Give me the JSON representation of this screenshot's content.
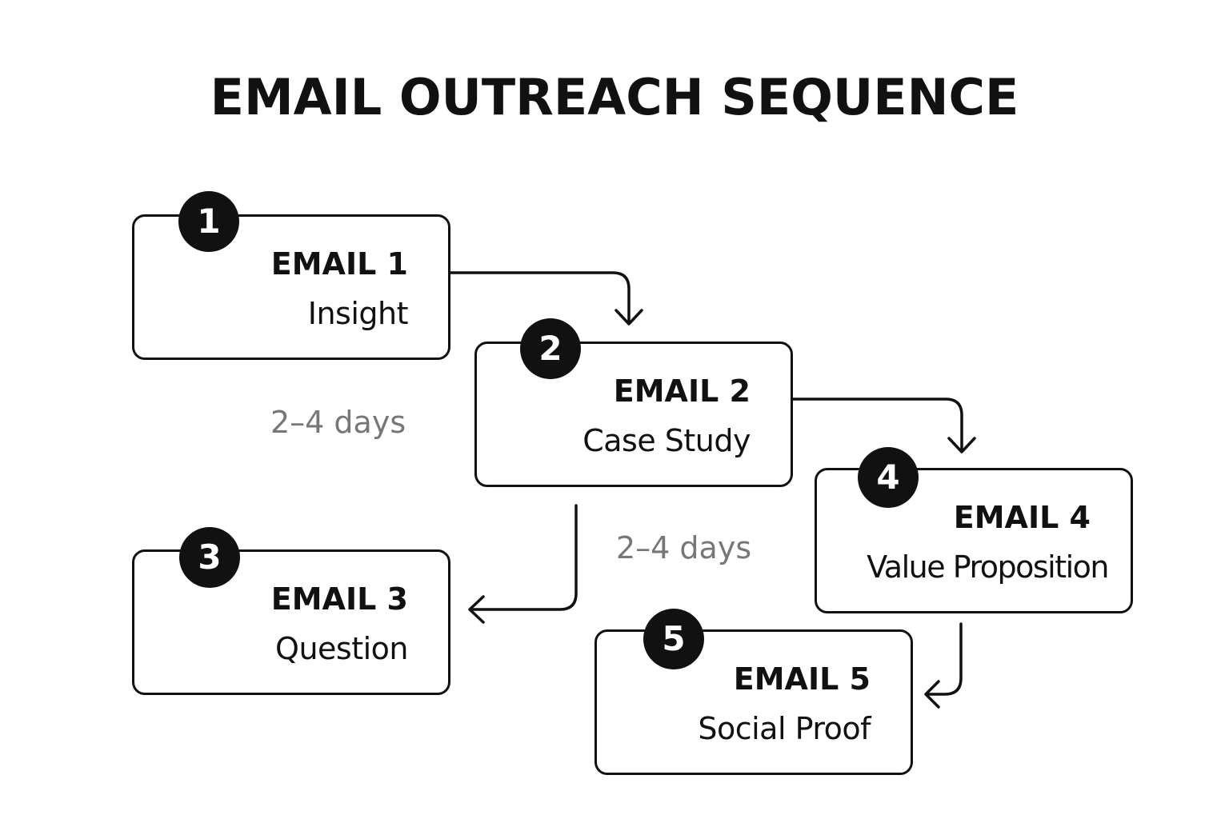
{
  "title": "EMAIL OUTREACH SEQUENCE",
  "steps": [
    {
      "number": "1",
      "title": "EMAIL 1",
      "subtitle": "Insight"
    },
    {
      "number": "2",
      "title": "EMAIL 2",
      "subtitle": "Case Study"
    },
    {
      "number": "3",
      "title": "EMAIL 3",
      "subtitle": "Question"
    },
    {
      "number": "4",
      "title": "EMAIL 4",
      "subtitle": "Value Proposition"
    },
    {
      "number": "5",
      "title": "EMAIL 5",
      "subtitle": "Social Proof"
    }
  ],
  "gaps": [
    {
      "label": "2–4 days"
    },
    {
      "label": "2–4 days"
    }
  ],
  "colors": {
    "ink": "#111111",
    "muted": "#777777",
    "background": "#ffffff"
  }
}
